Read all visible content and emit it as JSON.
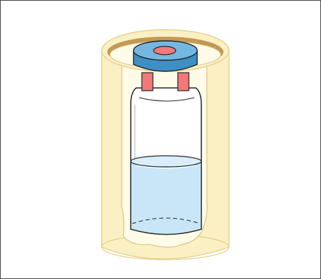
{
  "diagram": {
    "colors": {
      "outer_container": "#fbf0c4",
      "outer_container_stroke": "#e6cf8c",
      "inner_well": "#fffbe8",
      "rim_band": "#c19a55",
      "vial_glass": "#ffffff",
      "vial_outline": "#222222",
      "liquid": "#c9e6f6",
      "liquid_surface": "#d9eefa",
      "cap_blue": "#74b7e2",
      "cap_blue_dark": "#3f8fc4",
      "cap_pink": "#f07a7a",
      "frame_border": "#444444"
    },
    "parts": [
      {
        "name": "outer-container",
        "icon": "cylinder-icon"
      },
      {
        "name": "vial",
        "icon": "vial-icon"
      },
      {
        "name": "vial-cap",
        "icon": "cap-icon"
      },
      {
        "name": "liquid",
        "icon": "liquid-icon"
      }
    ]
  }
}
